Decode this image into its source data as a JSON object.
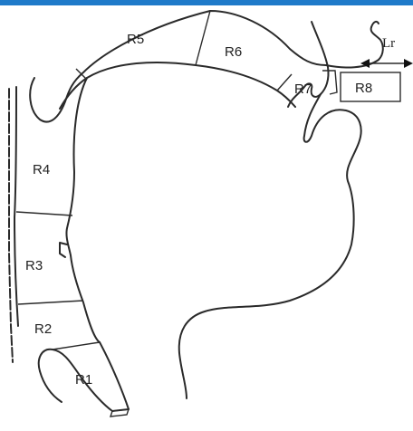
{
  "colors": {
    "header_bar": "#1f7ac9",
    "outline": "#2a2a2a"
  },
  "regions": {
    "r1": "R1",
    "r2": "R2",
    "r3": "R3",
    "r4": "R4",
    "r5": "R5",
    "r6": "R6",
    "r7": "R7",
    "r8": "R8"
  },
  "lr_label": "Lr"
}
